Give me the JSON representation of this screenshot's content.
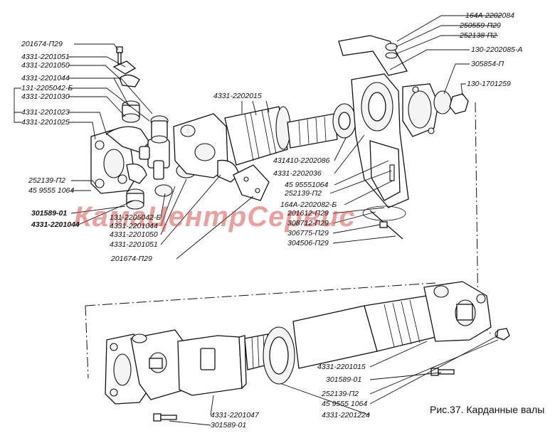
{
  "caption": "Рис.37. Карданные валы",
  "watermark": "КамаЦентрСервис",
  "labels": {
    "l01": "164А-2202084",
    "l02": "250559-П29",
    "l03": "252138-П2",
    "l04": "130-2202085-А",
    "l05": "305854-П",
    "l06": "130-1701259",
    "l07": "201674-П29",
    "l08": "4331-2201051",
    "l09": "4331-2201050",
    "l10": "4331-2201044",
    "l11": "131-2205042-Б",
    "l12": "4331-2201030",
    "l13": "4331-2201023",
    "l14": "4331-2201025",
    "l15": "4331-2202015",
    "l16": "431410-2202086",
    "l17": "4331-2202036",
    "l18": "45 95551064",
    "l19": "252139-П2",
    "l20": "164А-2202082-Б",
    "l21": "201612-П29",
    "l22": "308712-П29",
    "l23": "306775-П29",
    "l24": "304506-П29",
    "l25": "252139-П2",
    "l26": "45 9555 1064",
    "l27": "301589-01",
    "l28": "4331-2201044",
    "l29": "131-2205042-Б",
    "l30": "4331-2201044",
    "l31": "4331-2201050",
    "l32": "4331-2201051",
    "l33": "201674-П29",
    "l34": "4331-2201015",
    "l35": "301589-01",
    "l36": "252139-П2",
    "l37": "45 9555 1064",
    "l38": "4331-2201224",
    "l39": "4331-2201047",
    "l40": "301589-01"
  }
}
